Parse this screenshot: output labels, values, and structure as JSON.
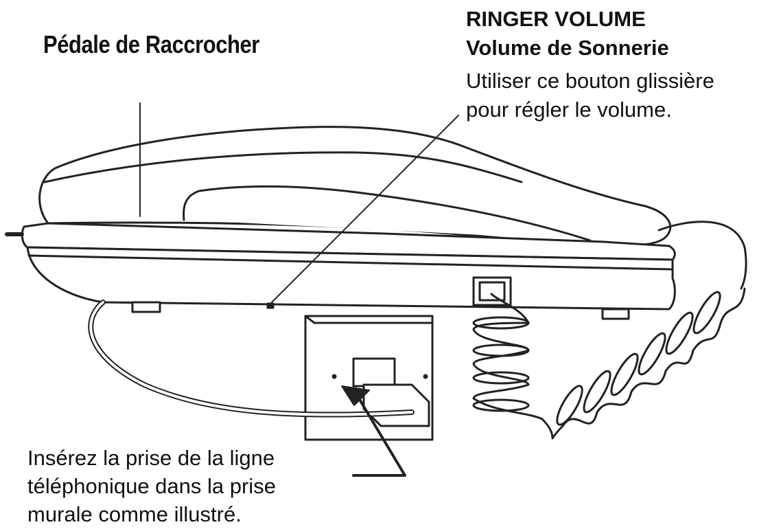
{
  "labels": {
    "hook_switch": "Pédale de Raccrocher",
    "ringer_volume_en": "RINGER VOLUME",
    "ringer_volume_fr": "Volume de Sonnerie",
    "ringer_desc_line1": "Utiliser ce bouton glissière",
    "ringer_desc_line2": "pour régler le volume.",
    "jack_line1": "Insérez la prise de la ligne",
    "jack_line2": "téléphonique dans la prise",
    "jack_line3": "murale comme illustré."
  },
  "colors": {
    "line": "#222222",
    "fill": "#ffffff"
  }
}
